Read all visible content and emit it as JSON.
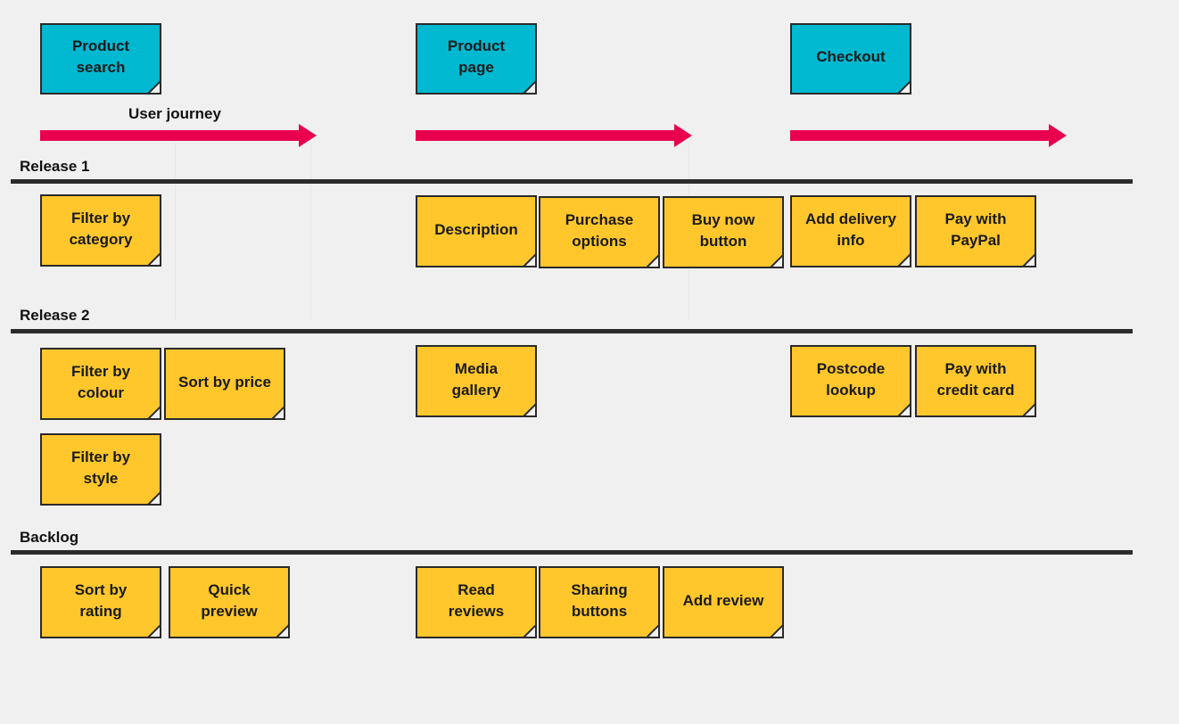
{
  "journey": {
    "steps": [
      {
        "label": "Product\nsearch"
      },
      {
        "label": "Product\npage"
      },
      {
        "label": "Checkout"
      }
    ],
    "arrow_label": "User journey",
    "arrow_color": "#e8004f"
  },
  "releases": [
    {
      "label": "Release 1"
    },
    {
      "label": "Release 2"
    },
    {
      "label": "Backlog"
    }
  ],
  "cards": {
    "filter_by_category": "Filter by\ncategory",
    "description": "Description",
    "purchase_options": "Purchase\noptions",
    "buy_now_button": "Buy now\nbutton",
    "add_delivery_info": "Add delivery\ninfo",
    "pay_with_paypal": "Pay with\nPayPal",
    "filter_by_colour": "Filter by\ncolour",
    "sort_by_price": "Sort by price",
    "filter_by_style": "Filter by\nstyle",
    "media_gallery": "Media\ngallery",
    "postcode_lookup": "Postcode\nlookup",
    "pay_with_credit_card": "Pay with\ncredit card",
    "sort_by_rating": "Sort by\nrating",
    "quick_preview": "Quick\npreview",
    "read_reviews": "Read\nreviews",
    "sharing_buttons": "Sharing\nbuttons",
    "add_review": "Add review"
  },
  "colors": {
    "activity_note": "#00b8d0",
    "story_note": "#ffc72c",
    "divider": "#2b2b2b"
  }
}
